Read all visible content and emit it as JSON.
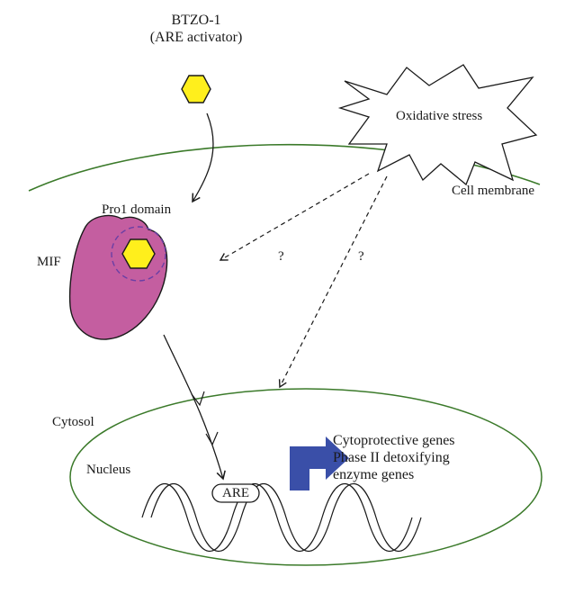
{
  "labels": {
    "btzo_name": "BTZO-1",
    "btzo_role": "(ARE activator)",
    "oxidative_stress": "Oxidative stress",
    "cell_membrane": "Cell membrane",
    "pro1_domain": "Pro1 domain",
    "mif": "MIF",
    "question_1": "?",
    "question_2": "?",
    "cytosol": "Cytosol",
    "nucleus": "Nucleus",
    "are": "ARE",
    "gene_line_1": "Cytoprotective genes",
    "gene_line_2": "Phase II detoxifying",
    "gene_line_3": "enzyme genes"
  },
  "colors": {
    "hexagon_fill": "#ffef1c",
    "mif_fill": "#c45ea0",
    "membrane": "#3b7a2a",
    "dashed_circle": "#6a3fa5",
    "transcription_arrow": "#3a4fa8",
    "line": "#1a1a1a"
  }
}
